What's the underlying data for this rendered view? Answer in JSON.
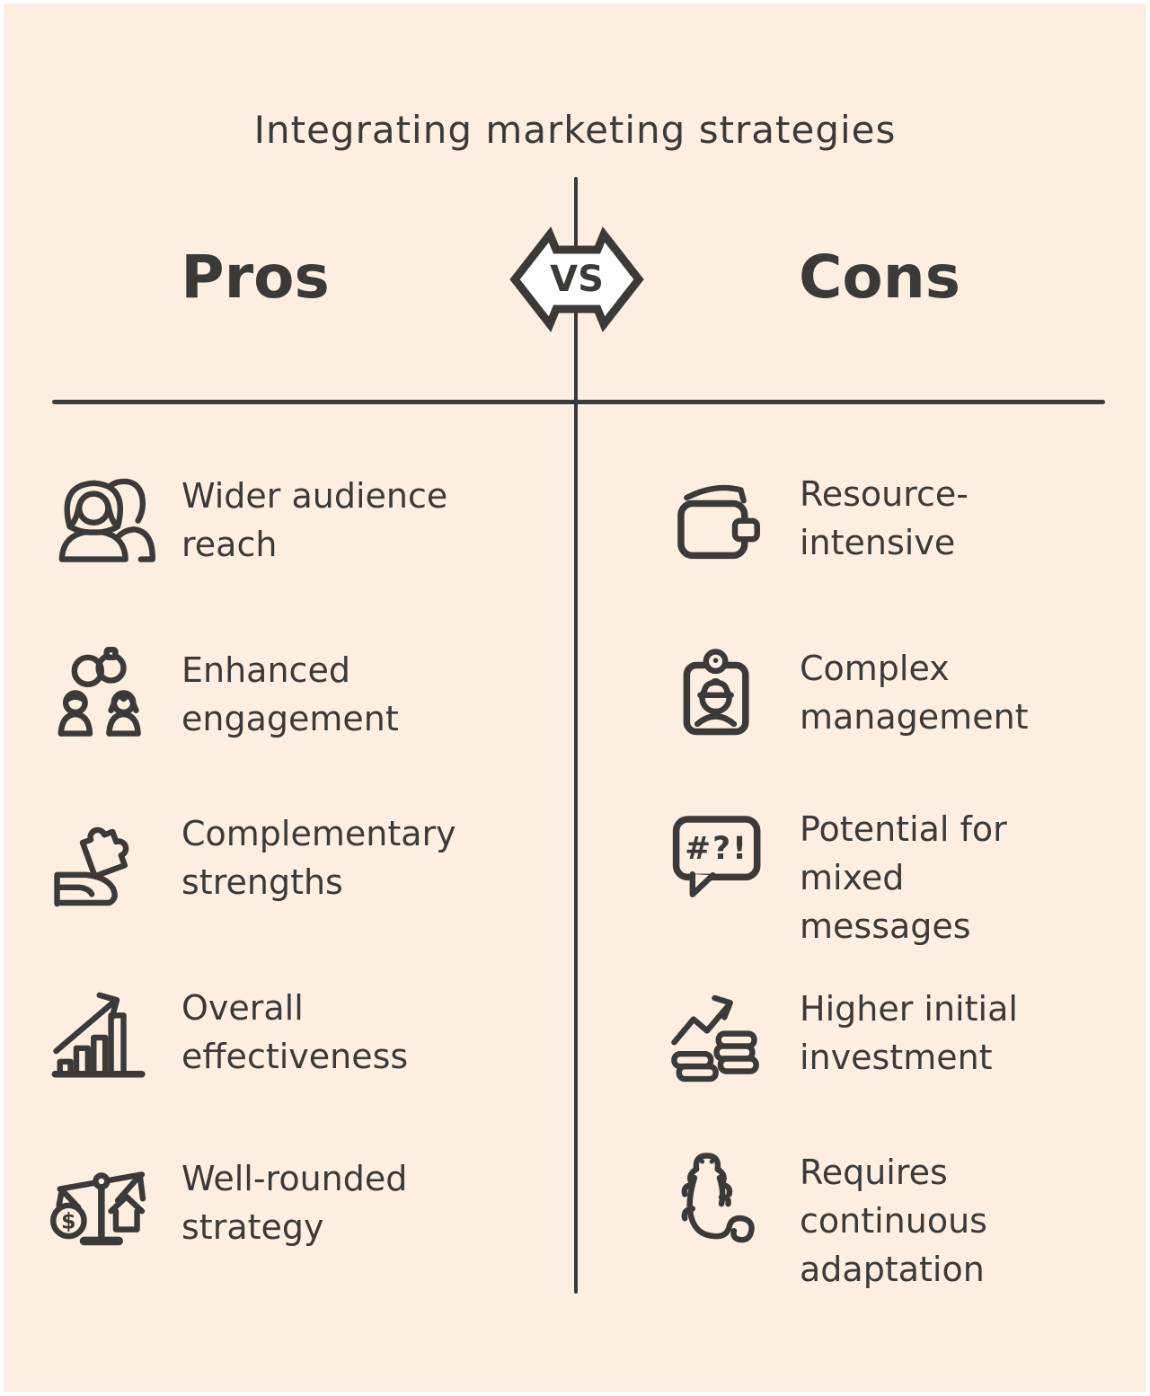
{
  "title": "Integrating marketing strategies",
  "header": {
    "pros_label": "Pros",
    "cons_label": "Cons",
    "vs_label": "VS"
  },
  "colors": {
    "background": "#fcefe1",
    "ink": "#3b3a38",
    "badge_fill": "#ffffff"
  },
  "pros": [
    {
      "icon": "audience-icon",
      "label": "Wider audience\nreach"
    },
    {
      "icon": "engagement-icon",
      "label": "Enhanced\nengagement"
    },
    {
      "icon": "puzzle-hand-icon",
      "label": "Complementary\nstrengths"
    },
    {
      "icon": "growth-chart-icon",
      "label": "Overall\neffectiveness"
    },
    {
      "icon": "balance-scale-icon",
      "label": "Well-rounded\nstrategy",
      "icon_text": "$"
    }
  ],
  "cons": [
    {
      "icon": "wallet-icon",
      "label": "Resource-\nintensive"
    },
    {
      "icon": "badge-person-icon",
      "label": "Complex\nmanagement"
    },
    {
      "icon": "speech-bubble-icon",
      "label": "Potential for\nmixed\nmessages",
      "icon_text": "#?!"
    },
    {
      "icon": "investment-coins-icon",
      "label": "Higher initial\ninvestment"
    },
    {
      "icon": "chameleon-icon",
      "label": "Requires\ncontinuous\nadaptation"
    }
  ]
}
